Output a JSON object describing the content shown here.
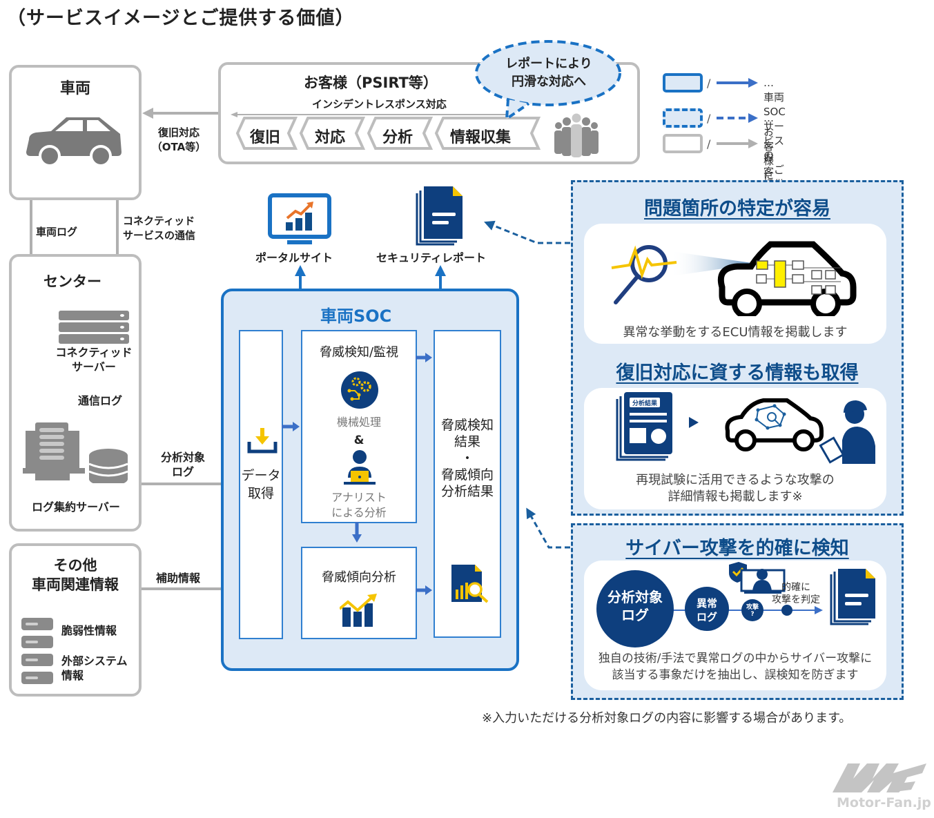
{
  "title": "（サービスイメージとご提供する価値）",
  "vehicle": {
    "title": "車両",
    "recovery_label": "復旧対応\n（OTA等）",
    "log_label": "車両ログ",
    "connected_label": "コネクティッド\nサービスの通信"
  },
  "customer": {
    "title": "お客様（PSIRT等）",
    "flow_label": "インシデントレスポンス対応",
    "steps": [
      "復旧",
      "対応",
      "分析",
      "情報収集"
    ],
    "bubble": "レポートにより\n円滑な対応へ"
  },
  "legend": {
    "items": [
      {
        "text": "… 車両SOCサービスの\n　ご提供範囲",
        "color": "#1a72c4",
        "style": "solid"
      },
      {
        "text": "… お客様にご提供する価値",
        "color": "#1a72c4",
        "style": "dashed"
      },
      {
        "text": "… お客様のご対応範囲",
        "color": "#bdbdbd",
        "style": "solid"
      }
    ]
  },
  "center": {
    "title": "センター",
    "connected_server": "コネクティッド\nサーバー",
    "comm_log": "通信ログ",
    "log_server": "ログ集約サーバー",
    "analysis_log_label": "分析対象\nログ"
  },
  "other": {
    "title": "その他\n車両関連情報",
    "aux_label": "補助情報",
    "items": [
      "脆弱性情報",
      "外部システム\n情報"
    ]
  },
  "outputs": {
    "portal": "ポータルサイト",
    "report": "セキュリティレポート"
  },
  "soc": {
    "title": "車両SOC",
    "data_acq": "データ\n取得",
    "detect_title": "脅威検知/監視",
    "machine": "機械処理",
    "amp": "&",
    "analyst": "アナリスト\nによる分析",
    "trend": "脅威傾向分析",
    "results": "脅威検知\n結果\n・\n脅威傾向\n分析結果"
  },
  "values": [
    {
      "title": "問題箇所の特定が容易",
      "desc": "異常な挙動をするECU情報を掲載します"
    },
    {
      "title": "復旧対応に資する情報も取得",
      "doc_label": "分析結果",
      "desc": "再現試験に活用できるような攻撃の\n詳細情報も掲載します※"
    },
    {
      "title": "サイバー攻撃を的確に検知",
      "circle1": "分析対象\nログ",
      "circle2": "異常\nログ",
      "circle3": "攻撃\n?",
      "judge": "的確に\n攻撃を判定",
      "desc": "独自の技術/手法で異常ログの中からサイバー攻撃に\n該当する事象だけを抽出し、誤検知を防ぎます"
    }
  ],
  "footnote": "※入力いただける分析対象ログの内容に影響する場合があります。",
  "watermark": "Motor-Fan.jp",
  "colors": {
    "navy": "#0e3f7e",
    "blue": "#1a72c4",
    "gray": "#bdbdbd",
    "yellow": "#f5c400",
    "orange": "#e8742a",
    "lightblue": "#dde9f6"
  }
}
